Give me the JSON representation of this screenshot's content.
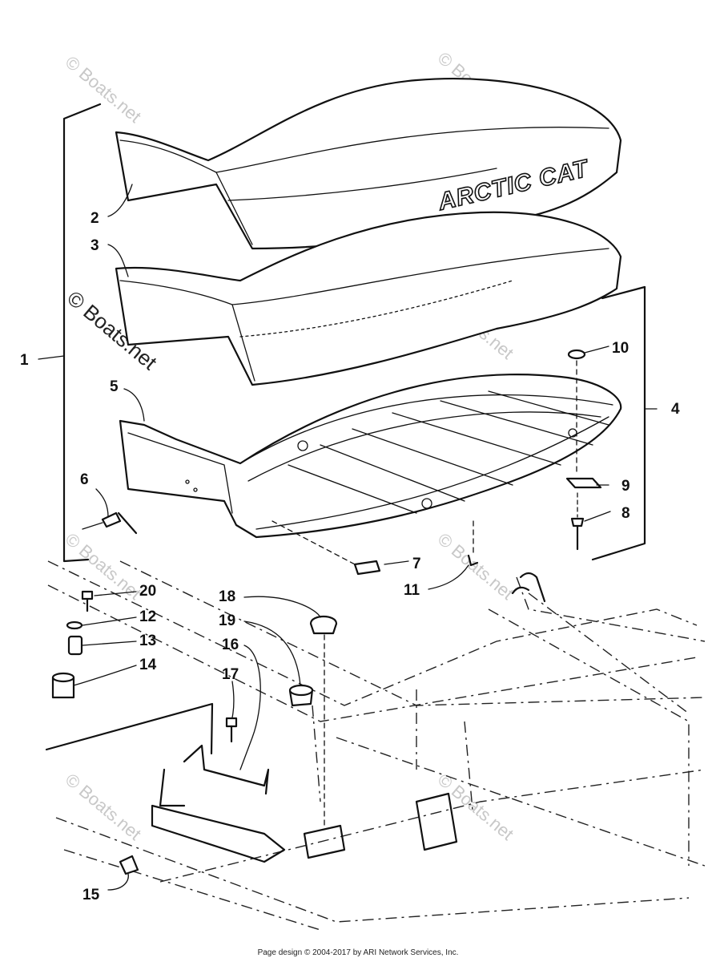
{
  "brand_text": "ARCTIC CAT",
  "watermark": "© Boats.net",
  "footer": "Page design © 2004-2017 by ARI Network Services, Inc.",
  "callouts": [
    "1",
    "2",
    "3",
    "4",
    "5",
    "6",
    "7",
    "8",
    "9",
    "10",
    "11",
    "12",
    "13",
    "14",
    "15",
    "16",
    "17",
    "18",
    "19",
    "20"
  ]
}
